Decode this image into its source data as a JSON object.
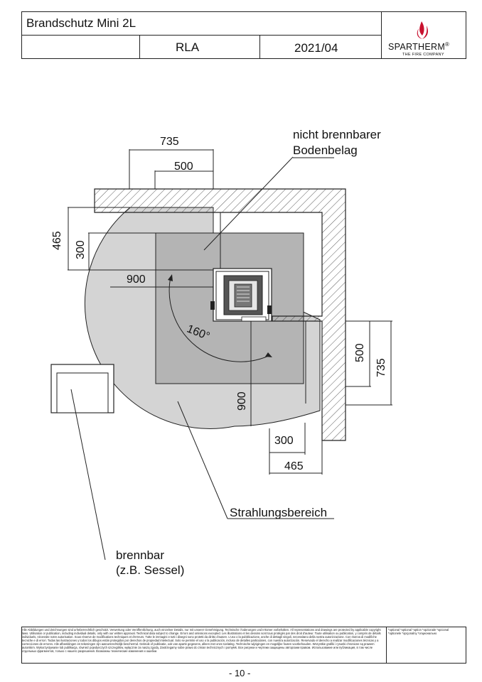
{
  "header": {
    "title": "Brandschutz Mini 2L",
    "variant": "RLA",
    "date": "2021/04",
    "brand": "SPARTHERM",
    "brand_reg": "®",
    "tagline": "THE FIRE COMPANY"
  },
  "drawing": {
    "dim_top_outer": "735",
    "dim_top_inner": "500",
    "dim_left_outer": "465",
    "dim_left_inner": "300",
    "dim_radius_left": "900",
    "dim_right_inner": "500",
    "dim_right_outer": "735",
    "dim_radius_down": "900",
    "dim_bottom_inner": "300",
    "dim_bottom_outer": "465",
    "angle": "160°",
    "label_floor_line1": "nicht brennbarer",
    "label_floor_line2": "Bodenbelag",
    "label_radiation": "Strahlungsbereich",
    "label_combustible_line1": "brennbar",
    "label_combustible_line2": "(z.B. Sessel)"
  },
  "footer": {
    "legal": "Alle Abbildungen und Zeichnungen sind urheberrechtlich geschützt. Verwertung oder Veröffentlichung, auch einzelner Details, nur mit unserer Genehmigung. Technische Änderungen und Irrtümer vorbehalten. All representations and drawings are protected by applicable copyright laws. Utilisation or publication, including individual details, only with our written approval. Technical data subject to change. Errors and omissions excepted. Les illustrations et les dessins sont tous protégés par des droit d'auteur. Toute utilisation ou publication, y compris de détails individuels, nécessite notre autorisation. Sous réserve de modifications techniques et d'erreurs. Tutte le immagini e tutti i disegni sono protetti da diritto d'autore. L'uso o la pubblicazione, anche di dettagli singoli, necessitano della nostra autorizzazione. Con riserva di modifiche tecniche e di errori. Todas las ilustraciones y todos los dibujos están protegidos por derechos de propiedad intelectual. Solo se permite el uso o la publicación, incluso de detalles particulares, con nuestra autorización. Reservado el derecho a realizar modificaciones técnicas y a correcciones de errores. Alle afbeeldingen en tekeningen zijn auteursrechtelijk beschermd. Gebruik of publicatie, ook van aparte gegevens, alleen met onze toelating. Technische wijzigingen en mogelijke fouten voorbehouden. Wszystkie grafiki i rysunki chronione są prawem autorskim. Wykorzystywanie lub publikacja, również pojedynczych szczegółów, wyłącznie za naszą zgodą. Zastrzegamy sobie prawo do zmian technicznych i pomyłek. Все рисунки и чертежи защищены авторским правом. Использование или публикация, в том числе отдельных фрагментов, только с нашего разрешения. Возможны технические изменения и ошибки.",
    "options": "*optional *optional *option *opzionale *opcional *optionele *opcjonalny *опционально",
    "page": "- 10 -"
  }
}
